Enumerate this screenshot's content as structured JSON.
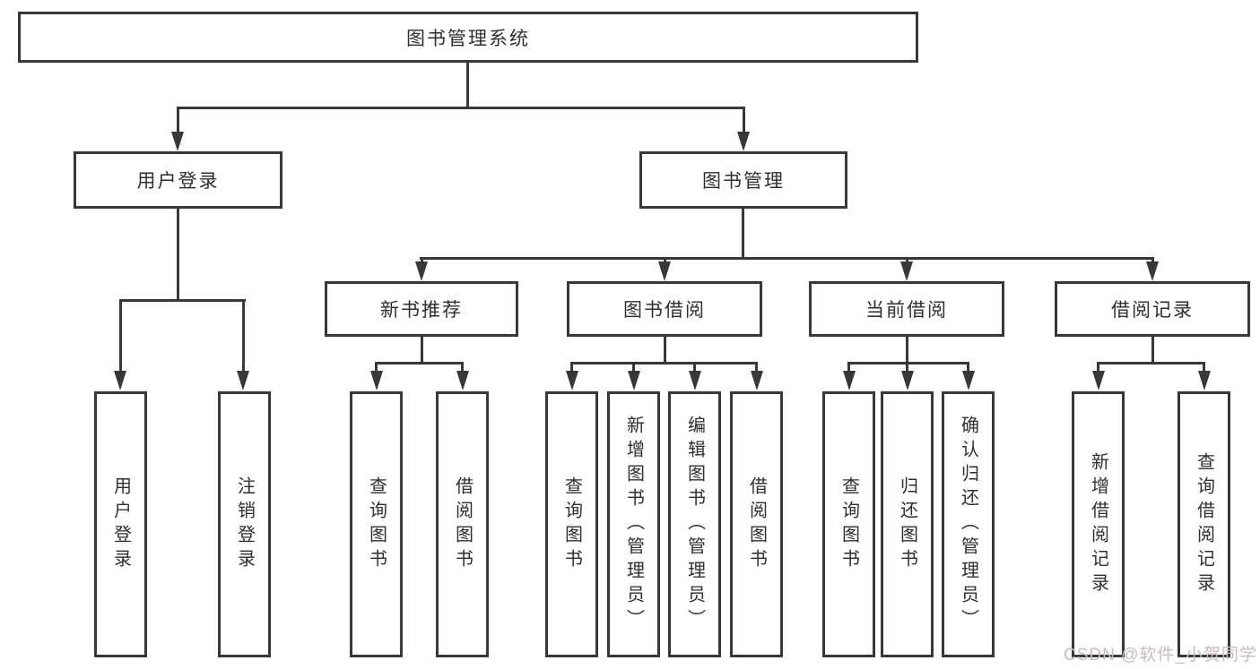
{
  "diagram_title": "图书管理系统",
  "colors": {
    "line": "#383838",
    "text": "#2f2f2f",
    "watermark": "#c6bcbe",
    "background": "#ffffff"
  },
  "tree": {
    "label": "图书管理系统",
    "children": [
      {
        "label": "用户登录",
        "children": [
          {
            "label": "用户登录"
          },
          {
            "label": "注销登录"
          }
        ]
      },
      {
        "label": "图书管理",
        "children": [
          {
            "label": "新书推荐",
            "children": [
              {
                "label": "查询图书"
              },
              {
                "label": "借阅图书"
              }
            ]
          },
          {
            "label": "图书借阅",
            "children": [
              {
                "label": "查询图书"
              },
              {
                "label": "新增图书（管理员）"
              },
              {
                "label": "编辑图书（管理员）"
              },
              {
                "label": "借阅图书"
              }
            ]
          },
          {
            "label": "当前借阅",
            "children": [
              {
                "label": "查询图书"
              },
              {
                "label": "归还图书"
              },
              {
                "label": "确认归还（管理员）"
              }
            ]
          },
          {
            "label": "借阅记录",
            "children": [
              {
                "label": "新增借阅记录"
              },
              {
                "label": "查询借阅记录"
              }
            ]
          }
        ]
      }
    ]
  },
  "watermark": "CSDN @软件_小贺同学"
}
